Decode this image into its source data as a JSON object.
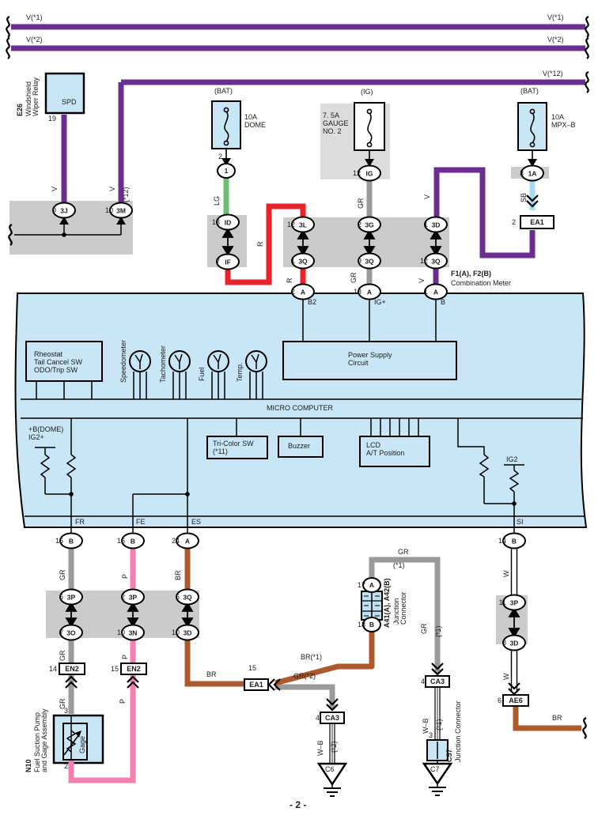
{
  "page": {
    "number": "- 2 -"
  },
  "rails": {
    "v1": "V(*1)",
    "v2": "V(*2)",
    "v12": "V(*12)"
  },
  "e26": {
    "code": "E26",
    "name_line1": "Windshield",
    "name_line2": "Wiper Relay",
    "terminal": "SPD",
    "pin": "19",
    "wire_color": "V"
  },
  "v12_drop": {
    "color": "V",
    "note": "(*12)"
  },
  "band1": {
    "pin_left": "9",
    "left": "3J",
    "pin_right": "10",
    "right": "3M"
  },
  "fuse_dome": {
    "header": "(BAT)",
    "rating": "10A",
    "name": "DOME",
    "pin": "2",
    "lead_conn": "1",
    "wire_color": "LG"
  },
  "band2": {
    "pin_top": "13",
    "top": "ID",
    "pin_bottom": "7",
    "bottom": "IF",
    "wire_color": "R"
  },
  "fuse_gauge": {
    "header": "(IG)",
    "rating": "7. 5A",
    "name_line1": "GAUGE",
    "name_line2": "NO. 2",
    "pin": "12",
    "lead_conn": "IG",
    "wire_color": "GR"
  },
  "fuse_mpx": {
    "header": "(BAT)",
    "rating": "10A",
    "name": "MPX–B",
    "pin": "3",
    "lead_conn": "1A",
    "wire_color": "SB"
  },
  "ea1_top": {
    "pin": "2",
    "code": "EA1",
    "wire_color": "V"
  },
  "band3": {
    "top": [
      {
        "pin": "12",
        "code": "3L"
      },
      {
        "pin": "2",
        "code": "3G"
      },
      {
        "pin": "1",
        "code": "3D"
      }
    ],
    "bottom": [
      {
        "pin": "1",
        "code": "3Q"
      },
      {
        "pin": "9",
        "code": "3Q"
      },
      {
        "pin": "12",
        "code": "3Q"
      }
    ],
    "wire_colors": [
      "R",
      "GR",
      "V"
    ]
  },
  "meter": {
    "code": "F1(A), F2(B)",
    "name": "Combination Meter",
    "terminals_top": [
      {
        "pin": "2",
        "code": "A",
        "label": "B2"
      },
      {
        "pin": "13",
        "code": "A",
        "label": "IG+"
      },
      {
        "pin": "1",
        "code": "A",
        "label": "B"
      }
    ],
    "power_supply_line1": "Power Supply",
    "power_supply_line2": "Circuit",
    "rheostat_line1": "Rheostat",
    "rheostat_line2": "Tail Cancel SW",
    "rheostat_line3": "ODO/Trip SW",
    "gauges": [
      "Speedometer",
      "Tachometer",
      "Fuel",
      "Temp."
    ],
    "micro_computer": "MICRO COMPUTER",
    "b_dome": "+B(DOME)",
    "ig2_plus": "IG2+",
    "tricolor_line1": "Tri-Color SW",
    "tricolor_line2": "(*11)",
    "buzzer": "Buzzer",
    "lcd_line1": "LCD",
    "lcd_line2": "A/T Position",
    "ig2": "IG2",
    "pins_bottom": [
      "FR",
      "FE",
      "ES",
      "SI"
    ],
    "terminals_bottom": [
      {
        "pin": "15",
        "code": "B"
      },
      {
        "pin": "16",
        "code": "B"
      },
      {
        "pin": "24",
        "code": "A"
      },
      {
        "pin": "14",
        "code": "B"
      }
    ]
  },
  "wires_below_meter": {
    "fr": "GR",
    "fe": "P",
    "es": "BR",
    "si": "W"
  },
  "band4": {
    "top": [
      {
        "pin": "6",
        "code": "3P"
      },
      {
        "pin": "2",
        "code": "3P"
      },
      {
        "pin": "5",
        "code": "3Q"
      }
    ],
    "bottom": [
      {
        "pin": "7",
        "code": "3O"
      },
      {
        "pin": "10",
        "code": "3N"
      },
      {
        "pin": "10",
        "code": "3D"
      }
    ],
    "below_colors": [
      "GR",
      "P"
    ]
  },
  "en2_left": {
    "pin": "14",
    "code": "EN2",
    "wire_color": "GR"
  },
  "en2_right": {
    "pin": "15",
    "code": "EN2",
    "wire_color": "P"
  },
  "n10": {
    "code": "N10",
    "name_line1": "Fuel Suction Pump",
    "name_line2": "and Gage Assembly",
    "gage": "Gage",
    "pin_top": "3",
    "pin_bottom": "2"
  },
  "ea1_bottom": {
    "pin": "15",
    "code": "EA1",
    "wire_in": "BR",
    "wire_out1": "BR(*1)",
    "wire_out2": "GR(*2)"
  },
  "jc_a41": {
    "pin_top": "17",
    "top": "A",
    "pin_bottom": "18",
    "bottom": "B",
    "code": "A41(A), A42(B)",
    "name_line1": "Junction",
    "name_line2": "Connector",
    "wire_top": "GR",
    "wire_top_note": "(*1)"
  },
  "gr1_vert": {
    "color": "GR",
    "note": "(*1)"
  },
  "ca3_left": {
    "pin": "4",
    "code": "CA3",
    "wire_color": "W–B",
    "wire_note": "(*2)"
  },
  "ca3_right": {
    "pin": "4",
    "code": "CA3",
    "wire_color": "W–B",
    "wire_note": "(*1)"
  },
  "c57": {
    "pin": "3",
    "code": "C57",
    "name": "Junction Connector"
  },
  "band5": {
    "top_pin": "11",
    "top": "3P",
    "bottom_pin": "3",
    "bottom": "3D",
    "wire_above": "W",
    "wire_below": "W"
  },
  "ae6": {
    "pin": "6",
    "code": "AE6",
    "wire_out": "BR"
  },
  "grounds": {
    "left": "C6",
    "right": "C7"
  },
  "colors": {
    "violet": "#6B2D90",
    "red": "#E92429",
    "light_green": "#6CBE74",
    "gray": "#9A9A9A",
    "sky_blue": "#A6DCF2",
    "pink": "#F27FAE",
    "brown": "#AC5A2C",
    "component_fill": "#C9E6F6",
    "band_fill": "#CBCBCB",
    "fuse_box_fill": "#DCDCDC"
  }
}
